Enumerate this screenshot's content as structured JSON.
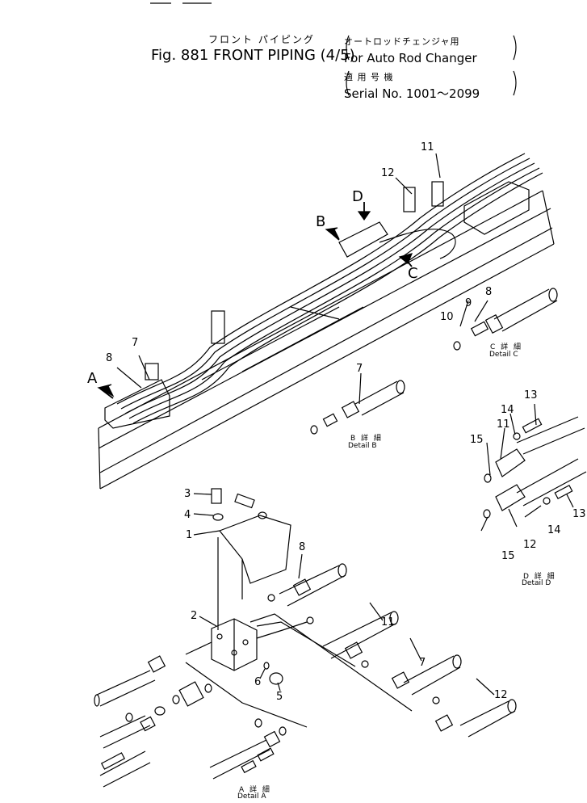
{
  "header": {
    "title_jp": "フロント パイピング",
    "title_en": "Fig. 881  FRONT PIPING (4/5)",
    "subtitle1_jp": "オートロッドチェンジャ用",
    "subtitle1_en": "For Auto Rod Changer",
    "subtitle2_jp": "適 用 号 機",
    "subtitle2_en": "Serial No. 1001～2099"
  },
  "view_letters": {
    "a": "A",
    "b": "B",
    "c": "C",
    "d": "D"
  },
  "callouts": {
    "main_7": "7",
    "main_8": "8",
    "main_11": "11",
    "main_12": "12",
    "c_8": "8",
    "c_9": "9",
    "c_10": "10",
    "b_7": "7",
    "d_11": "11",
    "d_12": "12",
    "d_13a": "13",
    "d_13b": "13",
    "d_14a": "14",
    "d_14b": "14",
    "d_15a": "15",
    "d_15b": "15",
    "a_1": "1",
    "a_2": "2",
    "a_3": "3",
    "a_4": "4",
    "a_5": "5",
    "a_6": "6",
    "a_7": "7",
    "a_8": "8",
    "a_11": "11",
    "a_12": "12"
  },
  "details": {
    "c_jp": "C 詳 細",
    "c_en": "Detail C",
    "b_jp": "B 詳 細",
    "b_en": "Detail B",
    "d_jp": "D 詳 細",
    "d_en": "Detail D",
    "a_jp": "A 詳 細",
    "a_en": "Detail A"
  },
  "icons": {
    "arrow": "view-arrow-icon"
  }
}
